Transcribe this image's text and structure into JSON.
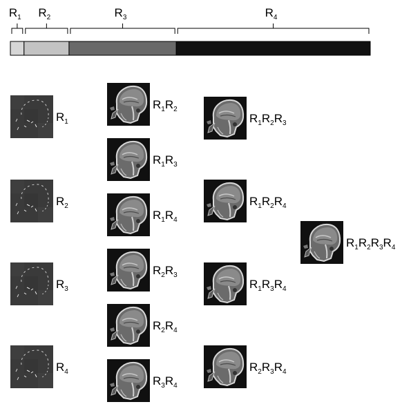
{
  "top_bar": {
    "segments": [
      {
        "name": "R1",
        "fraction": 0.038,
        "color": "#d6d6d6"
      },
      {
        "name": "R2",
        "fraction": 0.125,
        "color": "#c3c3c3"
      },
      {
        "name": "R3",
        "fraction": 0.298,
        "color": "#696969"
      },
      {
        "name": "R4",
        "fraction": 0.539,
        "color": "#111111"
      }
    ]
  },
  "columns": [
    {
      "style": "edges",
      "items": [
        "R1",
        "R2",
        "R3",
        "R4"
      ]
    },
    {
      "style": "mri",
      "items": [
        "R1R2",
        "R1R3",
        "R1R4",
        "R2R3",
        "R2R4",
        "R3R4"
      ]
    },
    {
      "style": "mri",
      "items": [
        "R1R2R3",
        "R1R2R4",
        "R1R3R4",
        "R2R3R4"
      ]
    },
    {
      "style": "mri",
      "items": [
        "R1R2R3R4"
      ]
    }
  ],
  "colors": {
    "mri_background": "#101010",
    "edge_background": "#3a3a3a"
  }
}
